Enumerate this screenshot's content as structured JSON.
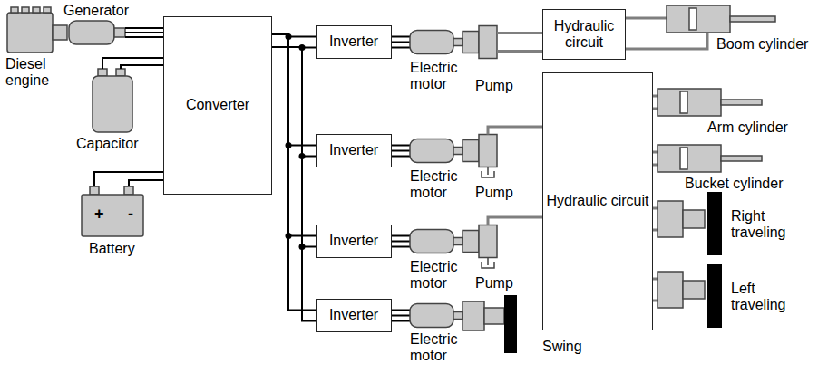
{
  "diagram": {
    "nodes": [
      {
        "text": [
          "Converter"
        ]
      },
      {
        "text": [
          "Inverter"
        ]
      },
      {
        "text": [
          "Hydraulic circuit"
        ]
      },
      {
        "text": [
          "Inverter"
        ]
      },
      {
        "text": [
          "Hydraulic circuit"
        ]
      },
      {
        "text": [
          "Inverter"
        ]
      },
      {
        "text": [
          "Inverter"
        ]
      }
    ],
    "edges": [
      {
        "from": 0,
        "to": 1,
        "arrow": "none"
      },
      {
        "from": 0,
        "to": 3,
        "arrow": "none"
      },
      {
        "from": 0,
        "to": 5,
        "arrow": "none"
      },
      {
        "from": 0,
        "to": 6,
        "arrow": "none"
      }
    ],
    "labels": [
      "Generator",
      "Diesel engine",
      "Capacitor",
      "Battery",
      "+",
      "-",
      "Electric motor",
      "Pump",
      "Boom cylinder",
      "Electric motor",
      "Pump",
      "Arm cylinder",
      "Bucket cylinder",
      "Electric motor",
      "Pump",
      "Right traveling",
      "Left traveling",
      "Electric motor",
      "Swing"
    ]
  }
}
